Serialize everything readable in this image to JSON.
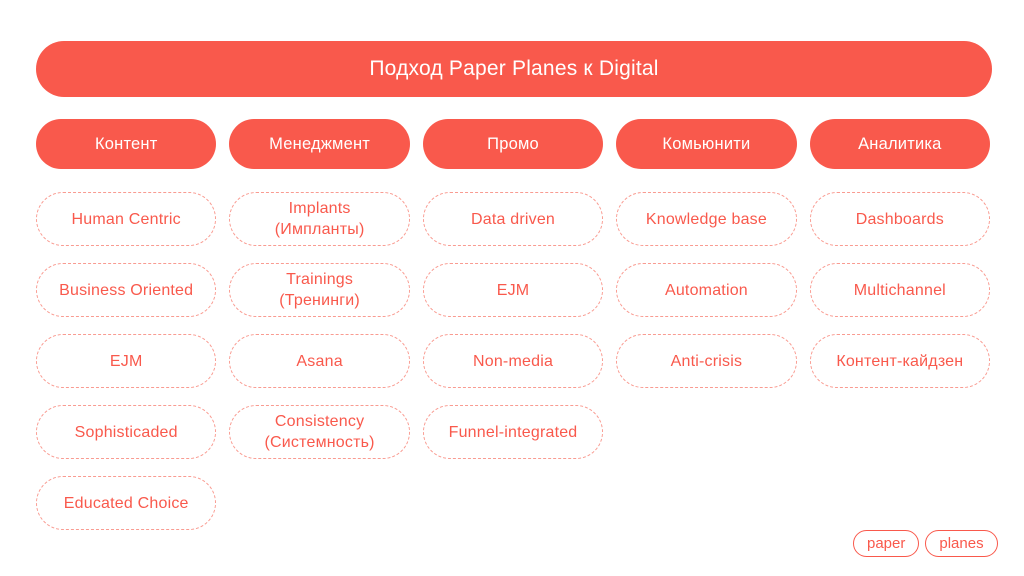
{
  "colors": {
    "accent": "#f9594c",
    "dash_border": "#f99b91",
    "text_on_accent": "#ffffff",
    "background": "#ffffff"
  },
  "title": {
    "label": "Подход Paper Planes к Digital"
  },
  "columns": [
    {
      "key": "content",
      "header": "Контент",
      "items": [
        "Human Centric",
        "Business Oriented",
        "EJM",
        "Sophisticaded",
        "Educated Choice"
      ]
    },
    {
      "key": "management",
      "header": "Менеджмент",
      "items": [
        "Implants\n(Импланты)",
        "Trainings\n(Тренинги)",
        "Asana",
        "Consistency\n(Системность)"
      ]
    },
    {
      "key": "promo",
      "header": "Промо",
      "items": [
        "Data driven",
        "EJM",
        "Non-media",
        "Funnel-integrated"
      ]
    },
    {
      "key": "community",
      "header": "Комьюнити",
      "items": [
        "Knowledge base",
        "Automation",
        "Anti-crisis"
      ]
    },
    {
      "key": "analytics",
      "header": "Аналитика",
      "items": [
        "Dashboards",
        "Multichannel",
        "Контент-кайдзен"
      ]
    }
  ],
  "logo": {
    "left": "paper",
    "right": "planes"
  }
}
